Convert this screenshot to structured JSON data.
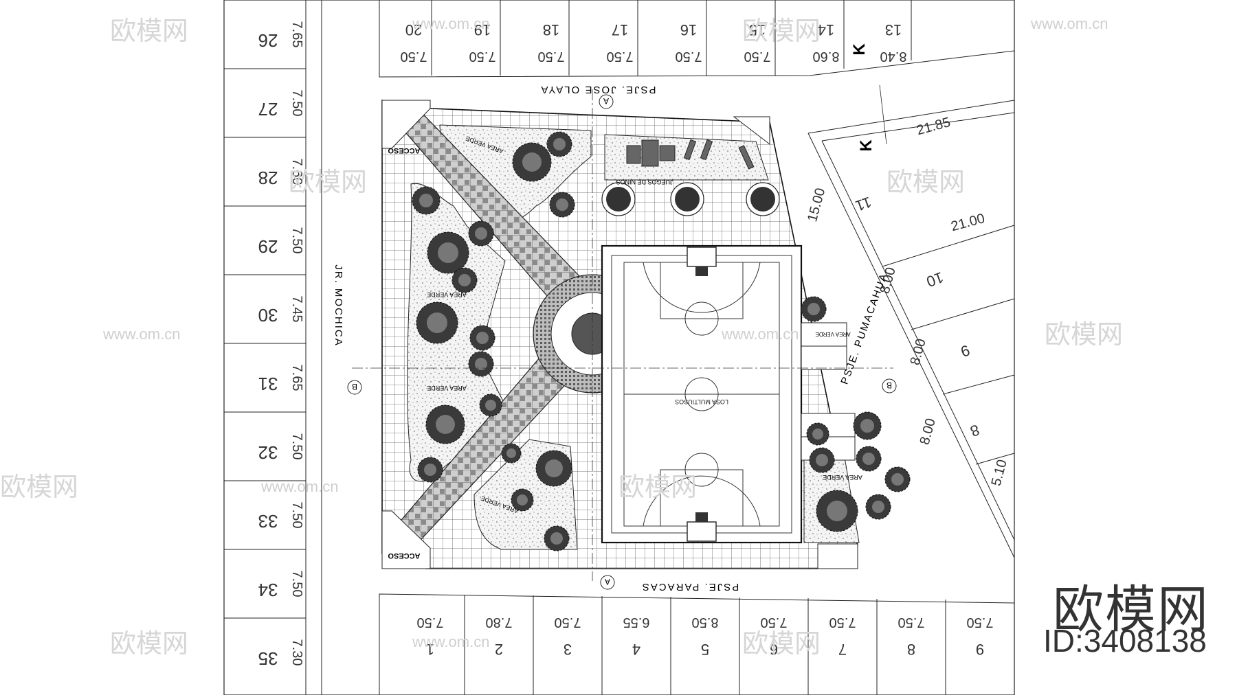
{
  "streets": {
    "top": "PSJE. JOSE OLAYA",
    "bottom": "PSJE. PARACAS",
    "left": "JR. MOCHICA",
    "right": "PSJE. PUMACAHUA"
  },
  "left_lots": [
    {
      "num": "26",
      "width": "7.65"
    },
    {
      "num": "27",
      "width": "7.50"
    },
    {
      "num": "28",
      "width": "7.60"
    },
    {
      "num": "29",
      "width": "7.50"
    },
    {
      "num": "30",
      "width": "7.45"
    },
    {
      "num": "31",
      "width": "7.65"
    },
    {
      "num": "32",
      "width": "7.50"
    },
    {
      "num": "33",
      "width": "7.50"
    },
    {
      "num": "34",
      "width": "7.50"
    },
    {
      "num": "35",
      "width": "7.30"
    }
  ],
  "top_lots": [
    {
      "num": "20",
      "width": "7.50"
    },
    {
      "num": "19",
      "width": "7.50"
    },
    {
      "num": "18",
      "width": "7.50"
    },
    {
      "num": "17",
      "width": "7.50"
    },
    {
      "num": "16",
      "width": "7.50"
    },
    {
      "num": "15",
      "width": "7.50"
    },
    {
      "num": "14",
      "width": "8.60"
    },
    {
      "num": "13",
      "width": "8.40"
    }
  ],
  "bottom_lots": [
    {
      "num": "1",
      "width": "7.50"
    },
    {
      "num": "2",
      "width": "7.80"
    },
    {
      "num": "3",
      "width": "7.50"
    },
    {
      "num": "4",
      "width": "6.55"
    },
    {
      "num": "5",
      "width": "8.50"
    },
    {
      "num": "6",
      "width": "7.50"
    },
    {
      "num": "7",
      "width": "7.50"
    },
    {
      "num": "8",
      "width": "7.50"
    },
    {
      "num": "9",
      "width": "7.50"
    }
  ],
  "right_lots": [
    {
      "num": "11",
      "width": "15.00"
    },
    {
      "num": "10",
      "width": "8.00"
    },
    {
      "num": "9",
      "width": "8.00"
    },
    {
      "num": "8",
      "width": "8.00"
    }
  ],
  "right_dims": [
    "21.85",
    "21.00",
    "5.10"
  ],
  "section_marks": {
    "k": "K",
    "a": "A",
    "b": "B"
  },
  "labels": {
    "acceso": "ACCESO",
    "area_verde": "AREA VERDE",
    "losa": "LOSA MULTIUSOS",
    "juegos": "JUEGOS DE NIÑOS"
  },
  "brand": {
    "name": "欧模网",
    "id": "ID:3408138"
  },
  "watermark": {
    "name": "欧模网",
    "url": "www.om.cn"
  }
}
